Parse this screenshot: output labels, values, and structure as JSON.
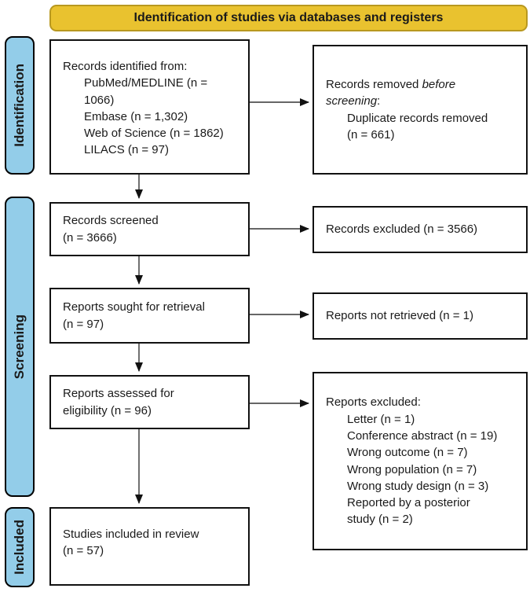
{
  "banner": {
    "label": "Identification of studies via databases and registers"
  },
  "stages": {
    "identification": "Identification",
    "screening": "Screening",
    "included": "Included"
  },
  "boxes": {
    "records_identified": {
      "title": "Records identified from:",
      "items": [
        "PubMed/MEDLINE (n =\n1066)",
        "Embase (n = 1,302)",
        "Web of Science (n = 1862)",
        "LILACS (n = 97)"
      ]
    },
    "records_removed": {
      "line1_regular": "Records removed ",
      "line1_italic": "before",
      "line2_italic": "screening",
      "line2_regular": ":",
      "items": [
        "Duplicate records removed\n(n = 661)"
      ]
    },
    "records_screened": {
      "text": "Records screened\n(n = 3666)"
    },
    "records_excluded": {
      "text": "Records excluded (n = 3566)"
    },
    "reports_sought": {
      "text": "Reports sought for retrieval\n(n = 97)"
    },
    "reports_not_retrieved": {
      "text": "Reports not retrieved (n = 1)"
    },
    "reports_assessed": {
      "text": "Reports assessed for\neligibility (n = 96)"
    },
    "reports_excluded": {
      "title": "Reports excluded:",
      "items": [
        "Letter (n = 1)",
        "Conference abstract (n = 19)",
        "Wrong outcome (n = 7)",
        "Wrong population (n = 7)",
        "Wrong study design (n = 3)",
        "Reported by a posterior\nstudy (n = 2)"
      ]
    },
    "studies_included": {
      "text": "Studies included in review\n(n = 57)"
    }
  },
  "colors": {
    "banner_fill": "#E9C22F",
    "banner_border": "#B8981F",
    "stage_fill": "#93CDE9",
    "box_border": "#111111",
    "arrow": "#333333"
  }
}
